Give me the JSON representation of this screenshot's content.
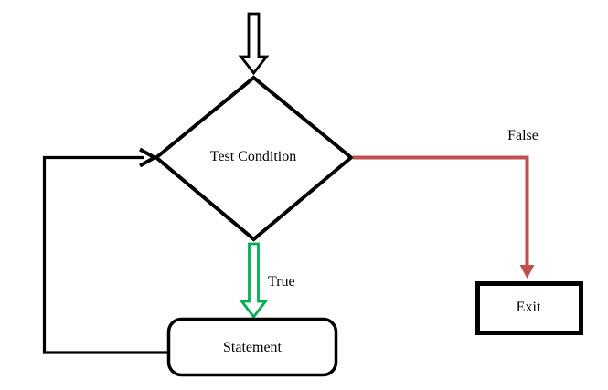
{
  "flowchart": {
    "decision": {
      "label": "Test Condition",
      "shape": "diamond"
    },
    "statement": {
      "label": "Statement",
      "shape": "rounded-rectangle"
    },
    "exit": {
      "label": "Exit",
      "shape": "rectangle"
    },
    "branches": {
      "true_label": "True",
      "false_label": "False"
    },
    "colors": {
      "true_branch": "#00B050",
      "false_branch": "#C0504D",
      "line": "#000000",
      "background": "#FFFFFF"
    }
  }
}
